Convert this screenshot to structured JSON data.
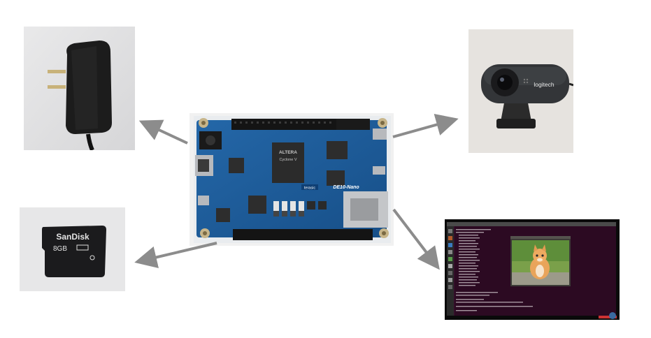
{
  "center": {
    "board_name": "DE10-Nano",
    "chip_brand": "ALTERA",
    "chip_family": "Cyclone V",
    "board_brand": "terasic"
  },
  "peripherals": {
    "power_adapter": {},
    "webcam": {
      "brand": "logitech"
    },
    "sd_card": {
      "brand": "SanDisk",
      "capacity": "8GB"
    },
    "monitor": {}
  },
  "colors": {
    "board_blue": "#1f5d9c",
    "arrow_gray": "#8c8c8c",
    "terminal_bg": "#2c0a22"
  }
}
